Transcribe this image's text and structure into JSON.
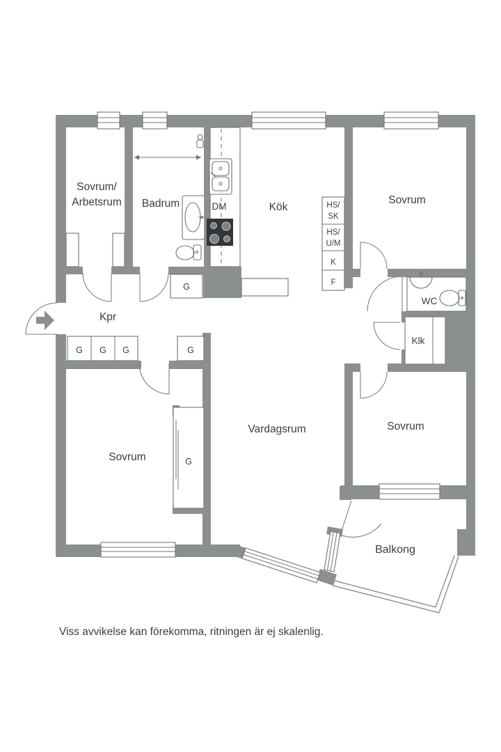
{
  "plan": {
    "labels": {
      "sovrum_arbetsrum_line1": "Sovrum/",
      "sovrum_arbetsrum_line2": "Arbetsrum",
      "badrum": "Badrum",
      "dm": "DM",
      "kok": "Kök",
      "cab_hs_sk_1": "HS/",
      "cab_hs_sk_2": "SK",
      "cab_hs_um_1": "HS/",
      "cab_hs_um_2": "U/M",
      "cab_k": "K",
      "cab_f": "F",
      "sovrum": "Sovrum",
      "wc": "WC",
      "kpr": "Kpr",
      "g": "G",
      "klk": "Klk",
      "vardagsrum": "Vardagsrum",
      "balkong": "Balkong"
    },
    "footer": {
      "disclaimer": "Viss avvikelse kan förekomma, ritningen är ej skalenlig."
    },
    "icons": {
      "entry_arrow": "entry-direction-arrow",
      "kitchen_sink": "double-basin-sink",
      "stove": "four-burner-stove",
      "bathroom_sink": "washbasin",
      "bathroom_toilet": "toilet",
      "wc_sink": "washbasin",
      "wc_toilet": "toilet",
      "measure_arrow": "double-headed-measure-arrow",
      "tap": "wall-tap"
    },
    "colors": {
      "wall": "#8c8f90",
      "line": "#6f7375",
      "text": "#3a3d3e",
      "stove": "#333639",
      "background": "#ffffff"
    }
  }
}
